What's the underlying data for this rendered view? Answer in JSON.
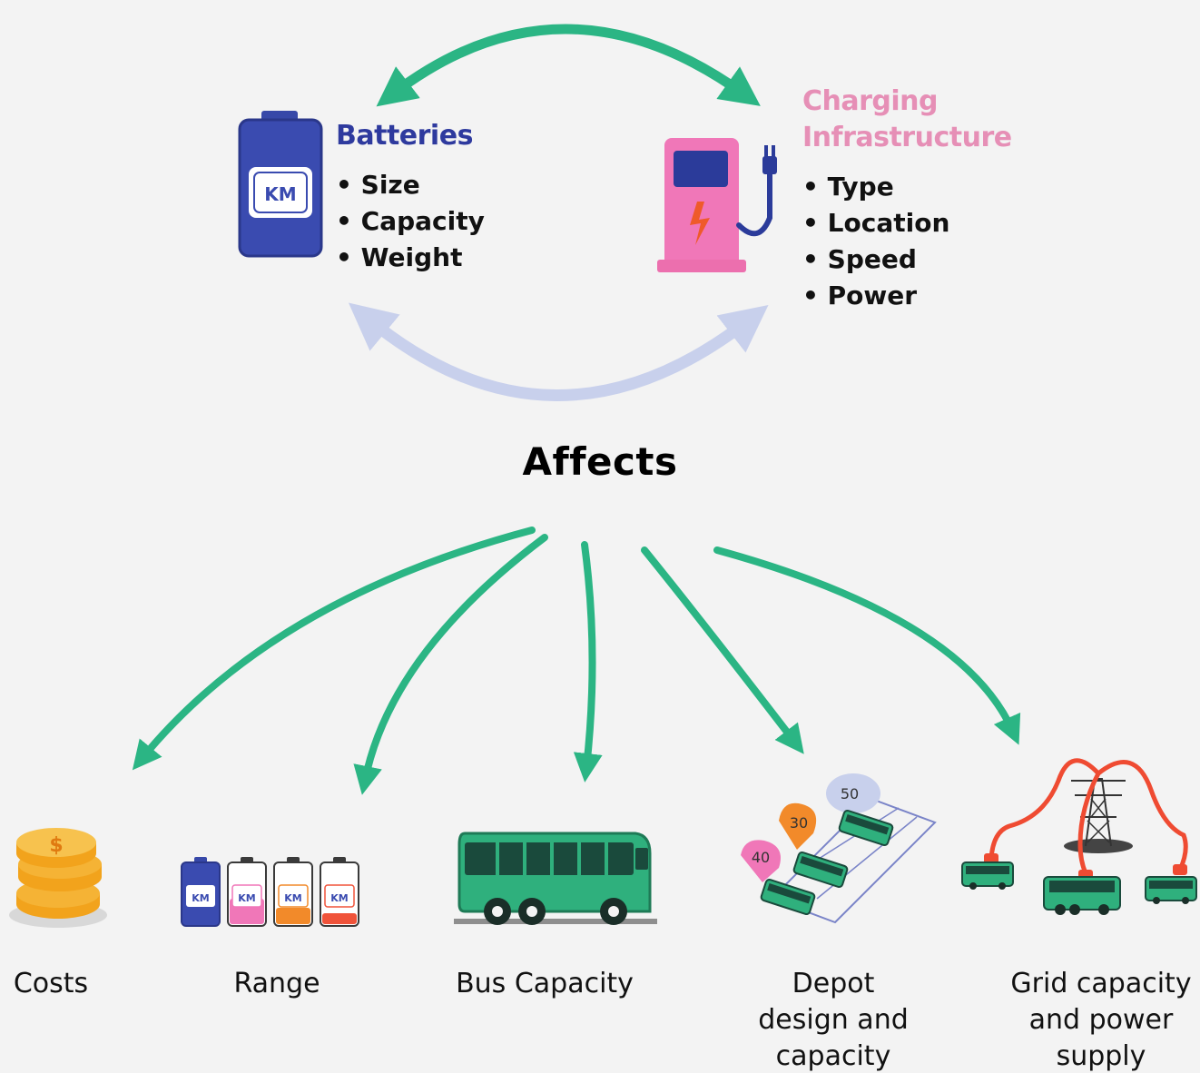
{
  "batteries": {
    "title": "Batteries",
    "items": [
      "Size",
      "Capacity",
      "Weight"
    ],
    "battery_label": "KM",
    "title_color": "#2e3a9e"
  },
  "charging": {
    "title_line1": "Charging",
    "title_line2": "Infrastructure",
    "items": [
      "Type",
      "Location",
      "Speed",
      "Power"
    ],
    "title_color": "#e68fb6"
  },
  "center": {
    "label": "Affects"
  },
  "outcomes": [
    {
      "label": "Costs",
      "icon": "coin-stack-icon"
    },
    {
      "label": "Range",
      "icon": "battery-row-icon"
    },
    {
      "label": "Bus Capacity",
      "icon": "bus-icon"
    },
    {
      "label": "Depot design and capacity",
      "icon": "depot-icon"
    },
    {
      "label": "Grid capacity and power supply",
      "icon": "power-grid-icon"
    }
  ],
  "icon_text": {
    "coin_symbol": "$",
    "range_battery_label": "KM",
    "depot_speeds": [
      "50",
      "30",
      "40"
    ]
  },
  "colors": {
    "arrow_green": "#2bb584",
    "arrow_light": "#c8d0ec",
    "bus_green": "#2fb07d",
    "battery_blue": "#3748a8",
    "pump_pink": "#f077b8",
    "coin_orange": "#f2a31c",
    "cable_red": "#ef4b32"
  }
}
